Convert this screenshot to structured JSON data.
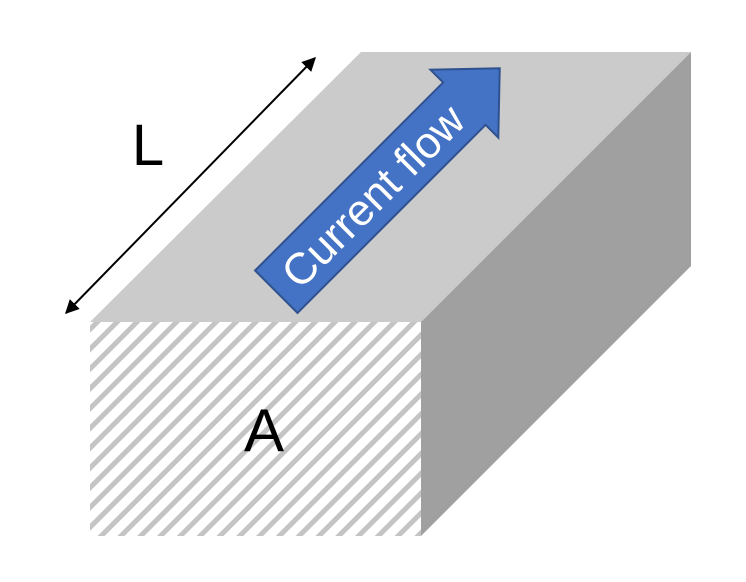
{
  "labels": {
    "length": "L",
    "area": "A",
    "current": "Current flow"
  },
  "colors": {
    "top_face": "#cbcbcb",
    "side_face": "#a0a0a0",
    "front_face_background": "#ffffff",
    "front_face_hatch": "#c4c4c4",
    "current_arrow_fill": "#4472c4",
    "current_arrow_stroke": "#2f528f",
    "dimension_arrow": "#000000"
  }
}
